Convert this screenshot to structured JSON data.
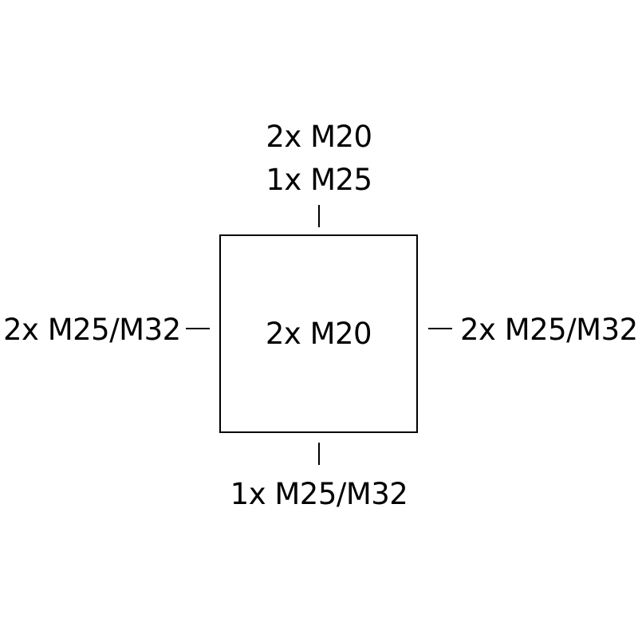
{
  "diagram": {
    "top": {
      "line1": "2x M20",
      "line2": "1x M25"
    },
    "left": "2x M25/M32",
    "right": "2x M25/M32",
    "bottom": "1x M25/M32",
    "center": "2x M20"
  }
}
